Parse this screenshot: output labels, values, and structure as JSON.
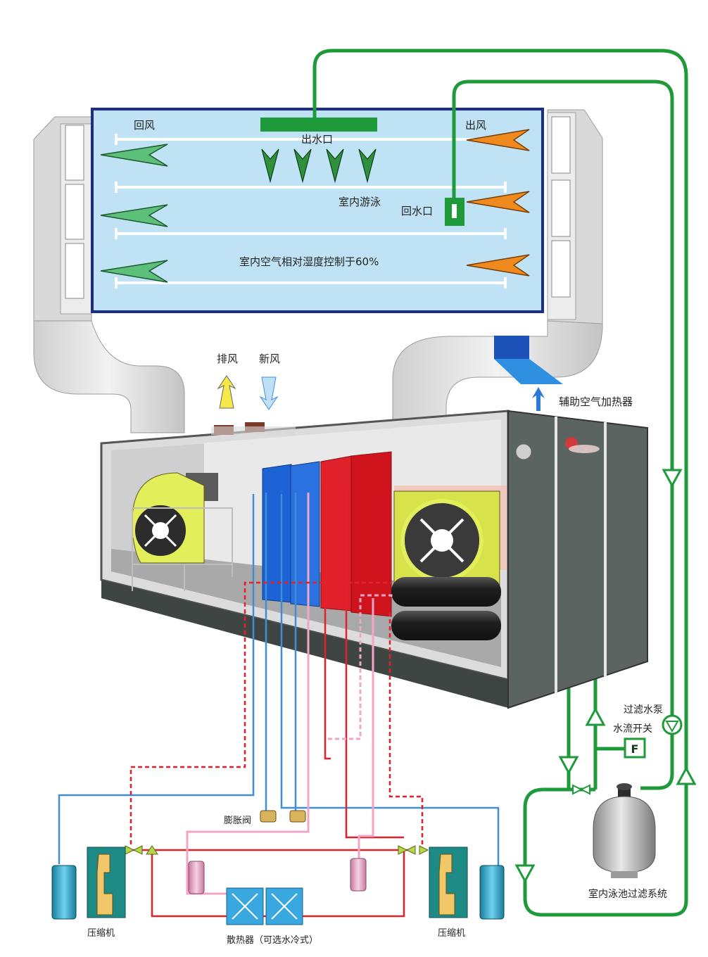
{
  "labels": {
    "return_air": "回风",
    "water_outlet": "出水口",
    "supply_air": "出风",
    "indoor_pool": "室内游泳",
    "water_return": "回水口",
    "humidity_control": "室内空气相对湿度控制于60%",
    "exhaust_air": "排风",
    "fresh_air": "新风",
    "aux_heater": "辅助空气加热器",
    "filter_pump": "过滤水泵",
    "flow_switch": "水流开关",
    "flow_switch_symbol": "F",
    "expansion_valve": "膨胀阀",
    "compressor_left": "压缩机",
    "compressor_right": "压缩机",
    "condenser": "散热器（可选水冷式）",
    "pool_filter_system": "室内泳池过滤系统"
  },
  "colors": {
    "pool_water": "#bfe3f5",
    "pool_frame": "#1c2d86",
    "water_pipe": "#1f9a3a",
    "return_arrow": "#5cbf7a",
    "supply_arrow": "#ef8a1e",
    "refrigerant_liquid": "#e2212b",
    "refrigerant_suction": "#3f8fd8",
    "evaporator_coil": "#1e63d6",
    "condenser_coil": "#e0202a",
    "fan_wheel": "#e2ee5a",
    "duct": "#e6e6e6",
    "cabinet": "#5c6461"
  }
}
